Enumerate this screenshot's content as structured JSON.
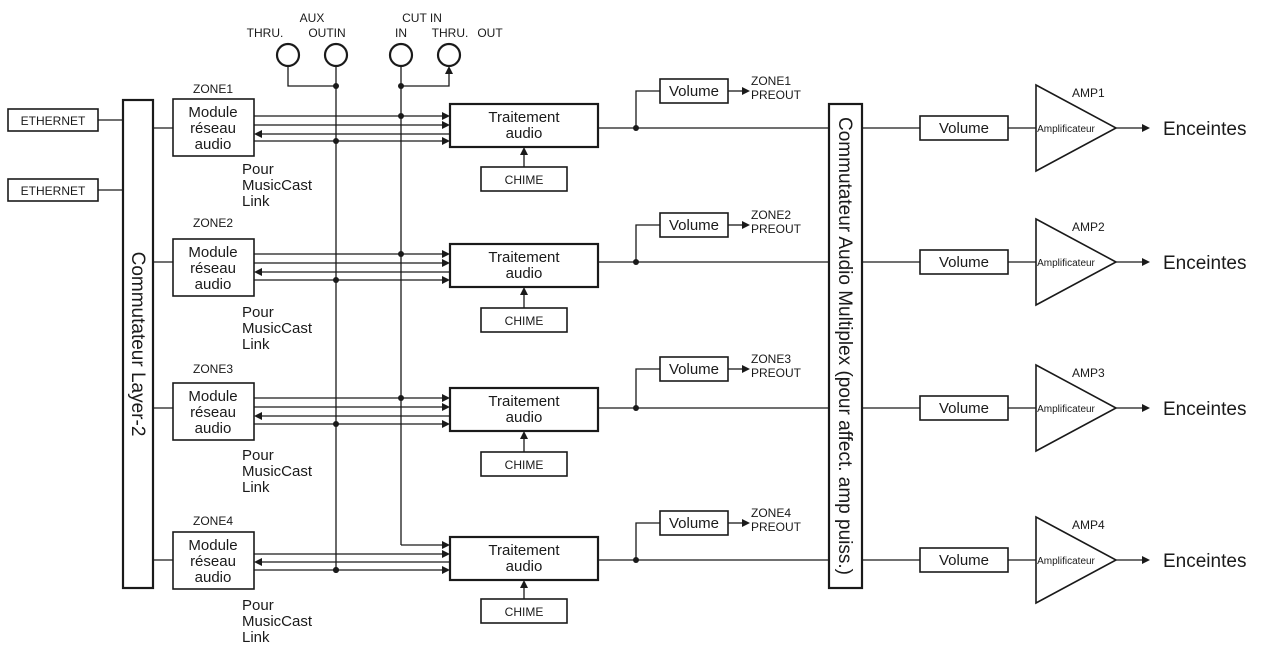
{
  "ethernet_label": "ETHERNET",
  "layer2_switch": "Commutateur Layer-2",
  "multiplex_switch": "Commutateur Audio Multiplex (pour affect. amp puiss.)",
  "aux": {
    "title": "AUX",
    "thru": "THRU.",
    "outin": "OUTIN"
  },
  "cutin": {
    "title": "CUT IN",
    "in": "IN",
    "thru": "THRU.",
    "out": "OUT"
  },
  "zones": [
    {
      "zone": "ZONE1",
      "preout": "ZONE1",
      "amp": "AMP1"
    },
    {
      "zone": "ZONE2",
      "preout": "ZONE2",
      "amp": "AMP2"
    },
    {
      "zone": "ZONE3",
      "preout": "ZONE3",
      "amp": "AMP3"
    },
    {
      "zone": "ZONE4",
      "preout": "ZONE4",
      "amp": "AMP4"
    }
  ],
  "labels": {
    "module_1": "Module",
    "module_2": "réseau",
    "module_3": "audio",
    "musiccast_1": "Pour",
    "musiccast_2": "MusicCast",
    "musiccast_3": "Link",
    "traitement_1": "Traitement",
    "traitement_2": "audio",
    "chime": "CHIME",
    "volume": "Volume",
    "preout": "PREOUT",
    "amplificateur": "Amplificateur",
    "enceintes": "Enceintes"
  }
}
